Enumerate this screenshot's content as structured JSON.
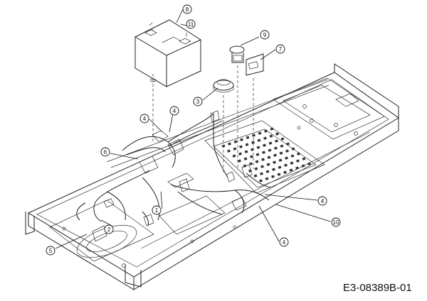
{
  "drawing_code": "E3-08389B-01",
  "callouts": {
    "c1": "1",
    "c2": "2",
    "c3": "3",
    "c4a": "4",
    "c4b": "4",
    "c4c": "4",
    "c4d": "4",
    "c5": "5",
    "c6": "6",
    "c7": "7",
    "c8": "8",
    "c9": "9",
    "c10": "10",
    "c11": "11"
  },
  "colors": {
    "line": "#222222",
    "background": "#ffffff"
  }
}
